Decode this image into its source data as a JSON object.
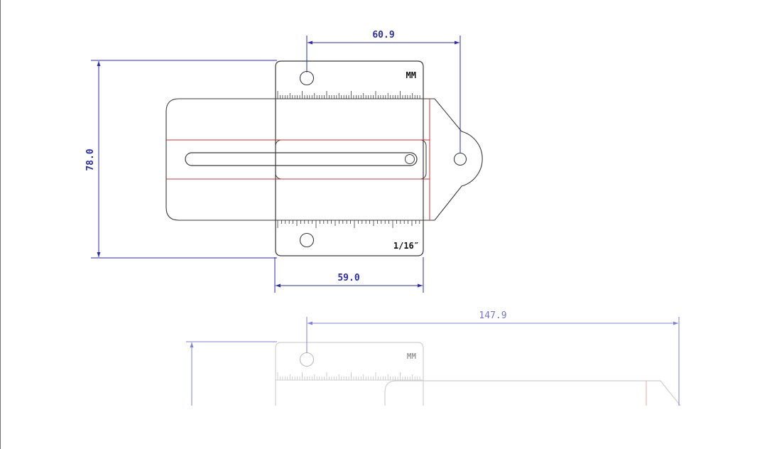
{
  "top_view": {
    "dimensions": {
      "hole_spacing": "60.9",
      "overall_height": "78.0",
      "body_width": "59.0"
    },
    "scale_labels": {
      "metric": "MM",
      "imperial": "1/16″"
    }
  },
  "bottom_view": {
    "dimensions": {
      "overall_length": "147.9"
    },
    "scale_labels": {
      "metric": "MM"
    }
  },
  "colors": {
    "dimension": "#2a2ab4",
    "outline": "#3a3a3a",
    "centerline": "#cc3333",
    "faded_outline": "#c8c8c8"
  }
}
